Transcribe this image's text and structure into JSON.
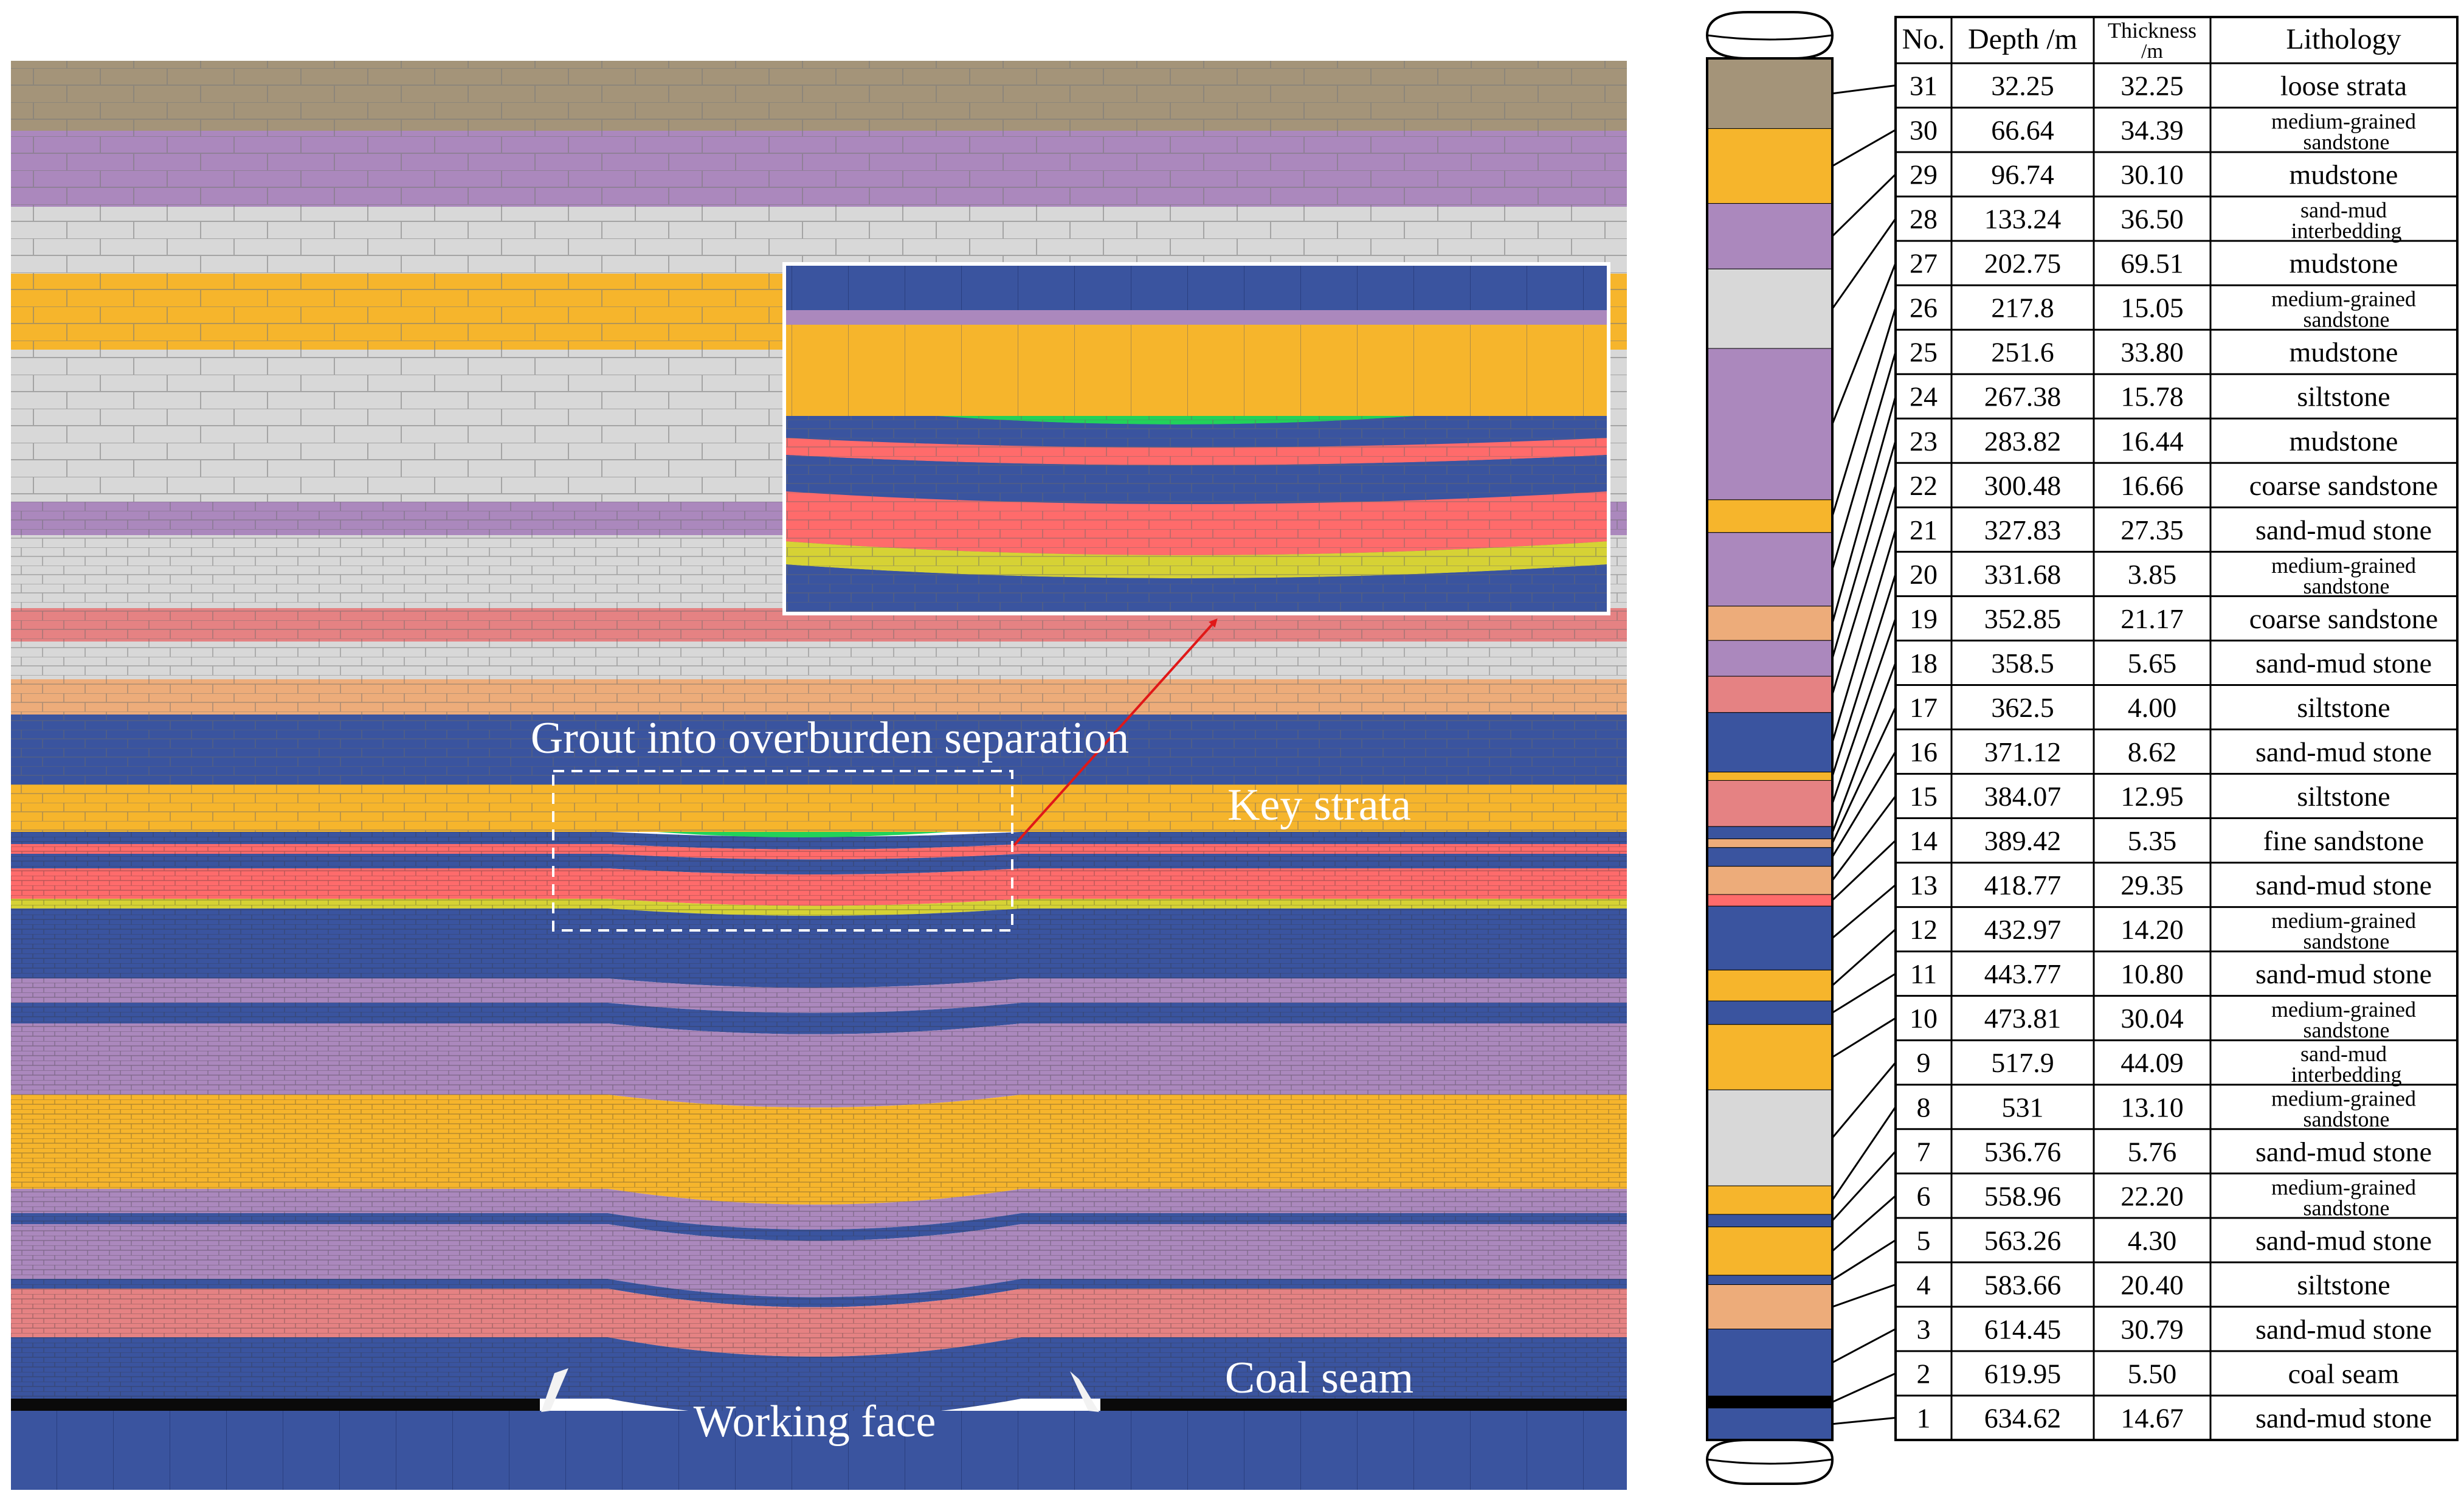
{
  "annotations": {
    "grout_label": "Grout into overburden separation",
    "key_strata_label": "Key strata",
    "coal_seam_label": "Coal seam",
    "working_face_label": "Working face"
  },
  "table": {
    "headers": {
      "no": "No.",
      "depth": "Depth /m",
      "thickness_line1": "Thickness",
      "thickness_line2": "/m",
      "lithology": "Lithology"
    },
    "rows": [
      {
        "no": "31",
        "depth": "32.25",
        "thickness": "32.25",
        "lithology": "loose strata"
      },
      {
        "no": "30",
        "depth": "66.64",
        "thickness": "34.39",
        "lithology": "medium-grained sandstone"
      },
      {
        "no": "29",
        "depth": "96.74",
        "thickness": "30.10",
        "lithology": "mudstone"
      },
      {
        "no": "28",
        "depth": "133.24",
        "thickness": "36.50",
        "lithology": "sand-mud interbedding"
      },
      {
        "no": "27",
        "depth": "202.75",
        "thickness": "69.51",
        "lithology": "mudstone"
      },
      {
        "no": "26",
        "depth": "217.8",
        "thickness": "15.05",
        "lithology": "medium-grained sandstone"
      },
      {
        "no": "25",
        "depth": "251.6",
        "thickness": "33.80",
        "lithology": "mudstone"
      },
      {
        "no": "24",
        "depth": "267.38",
        "thickness": "15.78",
        "lithology": "siltstone"
      },
      {
        "no": "23",
        "depth": "283.82",
        "thickness": "16.44",
        "lithology": "mudstone"
      },
      {
        "no": "22",
        "depth": "300.48",
        "thickness": "16.66",
        "lithology": "coarse sandstone"
      },
      {
        "no": "21",
        "depth": "327.83",
        "thickness": "27.35",
        "lithology": "sand-mud stone"
      },
      {
        "no": "20",
        "depth": "331.68",
        "thickness": "3.85",
        "lithology": "medium-grained sandstone"
      },
      {
        "no": "19",
        "depth": "352.85",
        "thickness": "21.17",
        "lithology": "coarse sandstone"
      },
      {
        "no": "18",
        "depth": "358.5",
        "thickness": "5.65",
        "lithology": "sand-mud stone"
      },
      {
        "no": "17",
        "depth": "362.5",
        "thickness": "4.00",
        "lithology": "siltstone"
      },
      {
        "no": "16",
        "depth": "371.12",
        "thickness": "8.62",
        "lithology": "sand-mud stone"
      },
      {
        "no": "15",
        "depth": "384.07",
        "thickness": "12.95",
        "lithology": "siltstone"
      },
      {
        "no": "14",
        "depth": "389.42",
        "thickness": "5.35",
        "lithology": "fine sandstone"
      },
      {
        "no": "13",
        "depth": "418.77",
        "thickness": "29.35",
        "lithology": "sand-mud stone"
      },
      {
        "no": "12",
        "depth": "432.97",
        "thickness": "14.20",
        "lithology": "medium-grained sandstone"
      },
      {
        "no": "11",
        "depth": "443.77",
        "thickness": "10.80",
        "lithology": "sand-mud stone"
      },
      {
        "no": "10",
        "depth": "473.81",
        "thickness": "30.04",
        "lithology": "medium-grained sandstone"
      },
      {
        "no": "9",
        "depth": "517.9",
        "thickness": "44.09",
        "lithology": "sand-mud interbedding"
      },
      {
        "no": "8",
        "depth": "531",
        "thickness": "13.10",
        "lithology": "medium-grained sandstone"
      },
      {
        "no": "7",
        "depth": "536.76",
        "thickness": "5.76",
        "lithology": "sand-mud stone"
      },
      {
        "no": "6",
        "depth": "558.96",
        "thickness": "22.20",
        "lithology": "medium-grained sandstone"
      },
      {
        "no": "5",
        "depth": "563.26",
        "thickness": "4.30",
        "lithology": "sand-mud stone"
      },
      {
        "no": "4",
        "depth": "583.66",
        "thickness": "20.40",
        "lithology": "siltstone"
      },
      {
        "no": "3",
        "depth": "614.45",
        "thickness": "30.79",
        "lithology": "sand-mud stone"
      },
      {
        "no": "2",
        "depth": "619.95",
        "thickness": "5.50",
        "lithology": "coal seam"
      },
      {
        "no": "1",
        "depth": "634.62",
        "thickness": "14.67",
        "lithology": "sand-mud stone"
      }
    ]
  },
  "lithology_colors": {
    "loose strata": "#a49479",
    "medium-grained sandstone": "#f6b52c",
    "mudstone": "#ab88bd",
    "sand-mud interbedding": "#d8d8d8",
    "siltstone": "#edac7a",
    "coarse sandstone": "#e58283",
    "sand-mud stone": "#3a549f",
    "fine sandstone": "#ff6b6b",
    "coal seam": "#000000",
    "grout": "#22d25a",
    "thin-layer": "#d6d235"
  }
}
